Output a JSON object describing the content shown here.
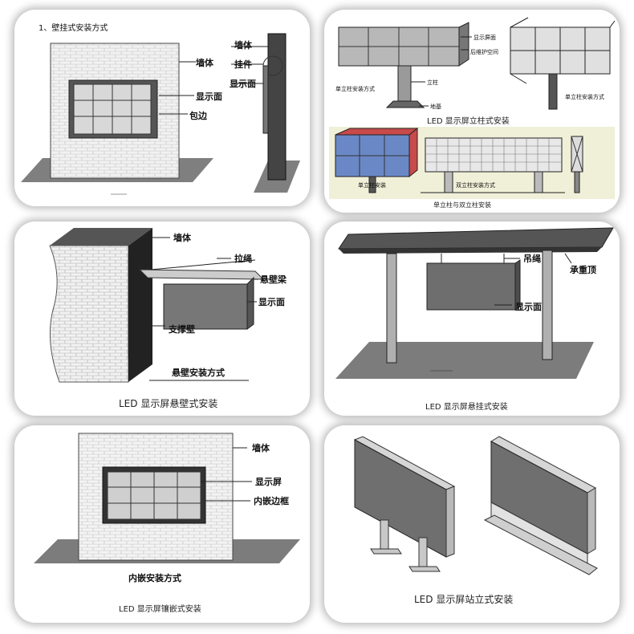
{
  "wall_mount": {
    "title": "1、壁挂式安装方式",
    "labels": {
      "wall_left": "墙体",
      "panel_front": "显示面",
      "trim": "包边",
      "wall_right": "墙体",
      "hanger": "挂件",
      "side_face": "显示面"
    }
  },
  "column_mount": {
    "labels": {
      "screen": "显示屏面",
      "rear_box": "后维护空间",
      "column": "立柱",
      "base": "地基",
      "single_column_title": "单立柱安装方式",
      "frame_title": "单立柱安装方式",
      "single_col_small": "单立柱安装",
      "double_col_small": "双立柱安装方式"
    },
    "caption_top": "LED 显示屏立柱式安装",
    "caption_bottom": "单立柱与双立柱安装"
  },
  "cantilever_mount": {
    "labels": {
      "wall": "墙体",
      "rope": "拉绳",
      "beam": "悬壁梁",
      "panel": "显示面",
      "support_wall": "支撑壁",
      "method": "悬壁安装方式"
    },
    "caption": "LED 显示屏悬壁式安装"
  },
  "hanging_mount": {
    "labels": {
      "rope": "吊绳",
      "roof": "承重顶",
      "panel": "显示面"
    },
    "caption": "LED 显示屏悬挂式安装"
  },
  "embedded_mount": {
    "labels": {
      "wall": "墙体",
      "screen": "显示屏",
      "frame": "内嵌边框",
      "method": "内嵌安装方式"
    },
    "caption": "LED 显示屏镶嵌式安装"
  },
  "standing_mount": {
    "caption": "LED 显示屏站立式安装"
  }
}
